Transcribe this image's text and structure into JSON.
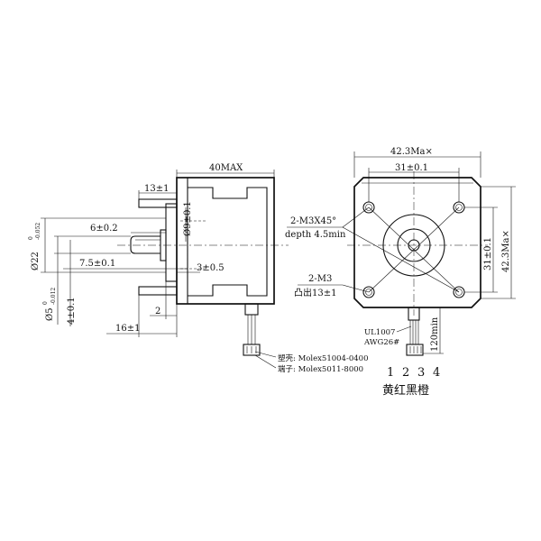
{
  "side_view": {
    "dim_length": "40MAX",
    "dim_flange": "13±1",
    "dim_shaft": "6±0.2",
    "dim_flat": "7.5±0.1",
    "dim_boss_dia": "Ø9±0.1",
    "dim_boss_len": "3±0.5",
    "dim_pilot_dia": "Ø22",
    "dim_pilot_tol_up": "0",
    "dim_pilot_tol_low": "-0.052",
    "dim_shaft_dia": "Ø5",
    "dim_shaft_tol_up": "0",
    "dim_shaft_tol_low": "-0.012",
    "dim_flat_depth": "4±0.1",
    "dim_pilot_len": "2",
    "dim_pin_len": "16±1",
    "housing_label": "塑壳: Molex51004-0400",
    "terminal_label": "端子: Molex5011-8000"
  },
  "front_view": {
    "dim_width": "42.3Ma×",
    "dim_hole_spacing": "31±0.1",
    "dim_hole_spacing_v": "31±0.1",
    "dim_height": "42.3Ma×",
    "hole_note_1": "2-M3X45°",
    "hole_note_2": "depth 4.5min",
    "m3_note_1": "2-M3",
    "m3_note_2": "凸出13±1",
    "wire_note_1": "UL1007",
    "wire_note_2": "AWG26#",
    "lead_len": "120min",
    "pin_numbers": [
      "1",
      "2",
      "3",
      "4"
    ],
    "wire_colors": "黄红黑橙"
  }
}
